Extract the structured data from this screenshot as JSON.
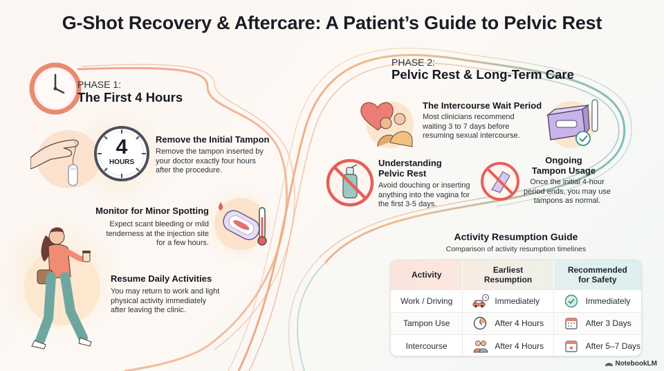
{
  "title": "G-Shot Recovery & Aftercare: A Patient’s Guide to Pelvic Rest",
  "phase1": {
    "label": "PHASE 1:",
    "title": "The First 4 Hours",
    "clock_number": "4",
    "clock_unit": "HOURS",
    "items": [
      {
        "title": "Remove the Initial Tampon",
        "body": [
          "Remove the tampon inserted by",
          "your doctor exactly four hours",
          "after the procedure."
        ]
      },
      {
        "title": "Monitor for Minor Spotting",
        "body": [
          "Expect scant bleeding or mild",
          "tenderness at the injection site",
          "for a few hours."
        ]
      },
      {
        "title": "Resume Daily Activities",
        "body": [
          "You may return to work and light",
          "physical activity immediately",
          "after leaving the clinic."
        ]
      }
    ]
  },
  "phase2": {
    "label": "PHASE 2:",
    "title": "Pelvic Rest & Long-Term Care",
    "items": [
      {
        "title": "The Intercourse Wait Period",
        "body": [
          "Most clinicians recommend",
          "waiting 3 to 7 days before",
          "resuming sexual intercourse."
        ]
      },
      {
        "title": [
          "Understanding",
          "Pelvic Rest"
        ],
        "body": [
          "Avoid douching or inserting",
          "anything into the vagina for",
          "the first 3-5 days."
        ]
      },
      {
        "title": [
          "Ongoing",
          "Tampon Usage"
        ],
        "body": [
          "Once the initial 4-hour",
          "period ends, you may use",
          "tampons as normal."
        ]
      }
    ]
  },
  "activity": {
    "title": "Activity Resumption Guide",
    "subtitle": "Comparison of activity resumption timelines",
    "headers": [
      "Activity",
      "Earliest Resumption",
      "Recommended for Safety"
    ],
    "header_lines": [
      [
        "Activity"
      ],
      [
        "Earliest",
        "Resumption"
      ],
      [
        "Recommended",
        "for Safety"
      ]
    ],
    "rows": [
      {
        "activity": "Work / Driving",
        "earliest": "Immediately",
        "recommended": "Immediately",
        "earliest_icon": "car-clock-icon",
        "recommended_icon": "check-circle-icon"
      },
      {
        "activity": "Tampon Use",
        "earliest": "After 4 Hours",
        "recommended": "After 3 Days",
        "earliest_icon": "timer-icon",
        "recommended_icon": "calendar-icon"
      },
      {
        "activity": "Intercourse",
        "earliest": "After 4 Hours",
        "recommended": "After 5–7 Days",
        "earliest_icon": "couple-icon",
        "recommended_icon": "calendar-heart-icon"
      }
    ]
  },
  "footer": "NotebookLM",
  "colors": {
    "accent_coral": "#e98a72",
    "accent_teal": "#6fb2b4",
    "gold": "#e8c27a"
  }
}
